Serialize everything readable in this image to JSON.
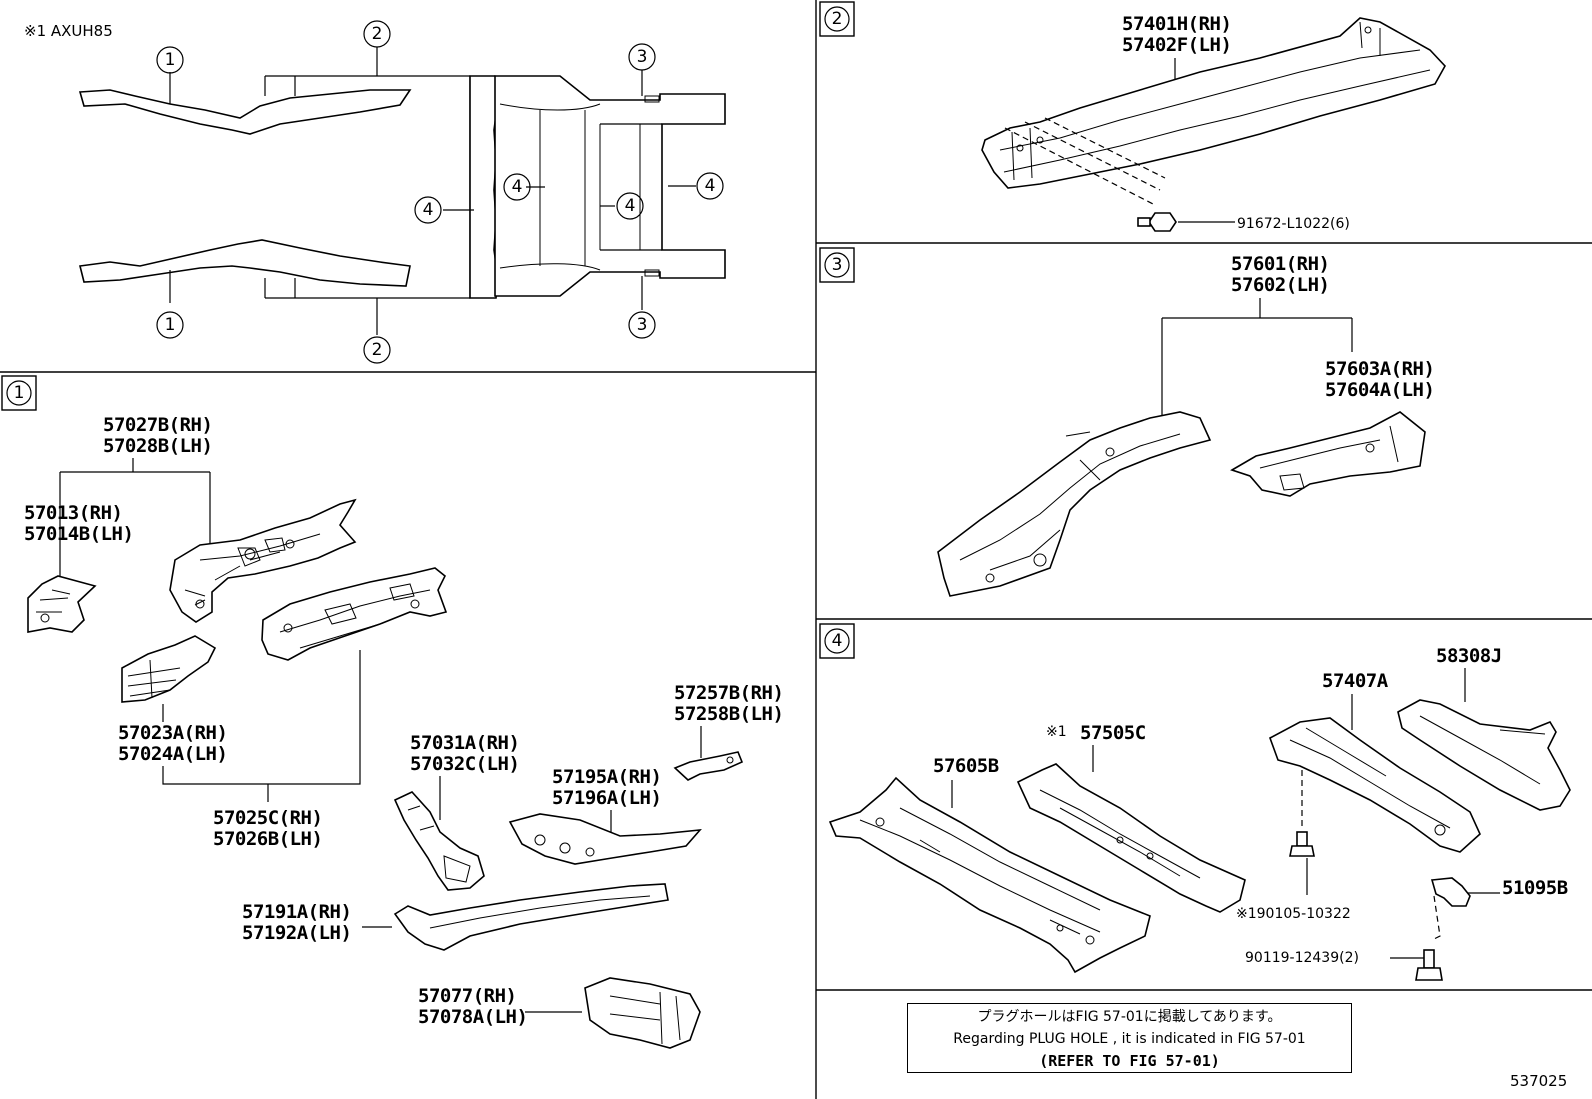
{
  "variant_note": "※1 AXUH85",
  "figure_number": "537025",
  "callouts": {
    "c1": "1",
    "c2": "2",
    "c3": "3",
    "c4": "4"
  },
  "section1": {
    "p57027": "57027B(RH)",
    "p57028": "57028B(LH)",
    "p57013": "57013(RH)",
    "p57014": "57014B(LH)",
    "p57023": "57023A(RH)",
    "p57024": "57024A(LH)",
    "p57025": "57025C(RH)",
    "p57026": "57026B(LH)",
    "p57031": "57031A(RH)",
    "p57032": "57032C(LH)",
    "p57195": "57195A(RH)",
    "p57196": "57196A(LH)",
    "p57257": "57257B(RH)",
    "p57258": "57258B(LH)",
    "p57191": "57191A(RH)",
    "p57192": "57192A(LH)",
    "p57077": "57077(RH)",
    "p57078": "57078A(LH)"
  },
  "section2": {
    "p57401": "57401H(RH)",
    "p57402": "57402F(LH)",
    "bolt": "91672-L1022(6)"
  },
  "section3": {
    "p57601": "57601(RH)",
    "p57602": "57602(LH)",
    "p57603": "57603A(RH)",
    "p57604": "57604A(LH)"
  },
  "section4": {
    "p57605": "57605B",
    "p57505_mark": "※1",
    "p57505": "57505C",
    "p57407": "57407A",
    "p58308": "58308J",
    "p90105": "※190105-10322",
    "p51095": "51095B",
    "p90119": "90119-12439(2)"
  },
  "note": {
    "line_jp": "プラグホールはFIG 57-01に掲載してあります。",
    "line_en": "Regarding PLUG HOLE , it is indicated in FIG 57-01",
    "line_ref": "(REFER TO FIG 57-01)"
  }
}
